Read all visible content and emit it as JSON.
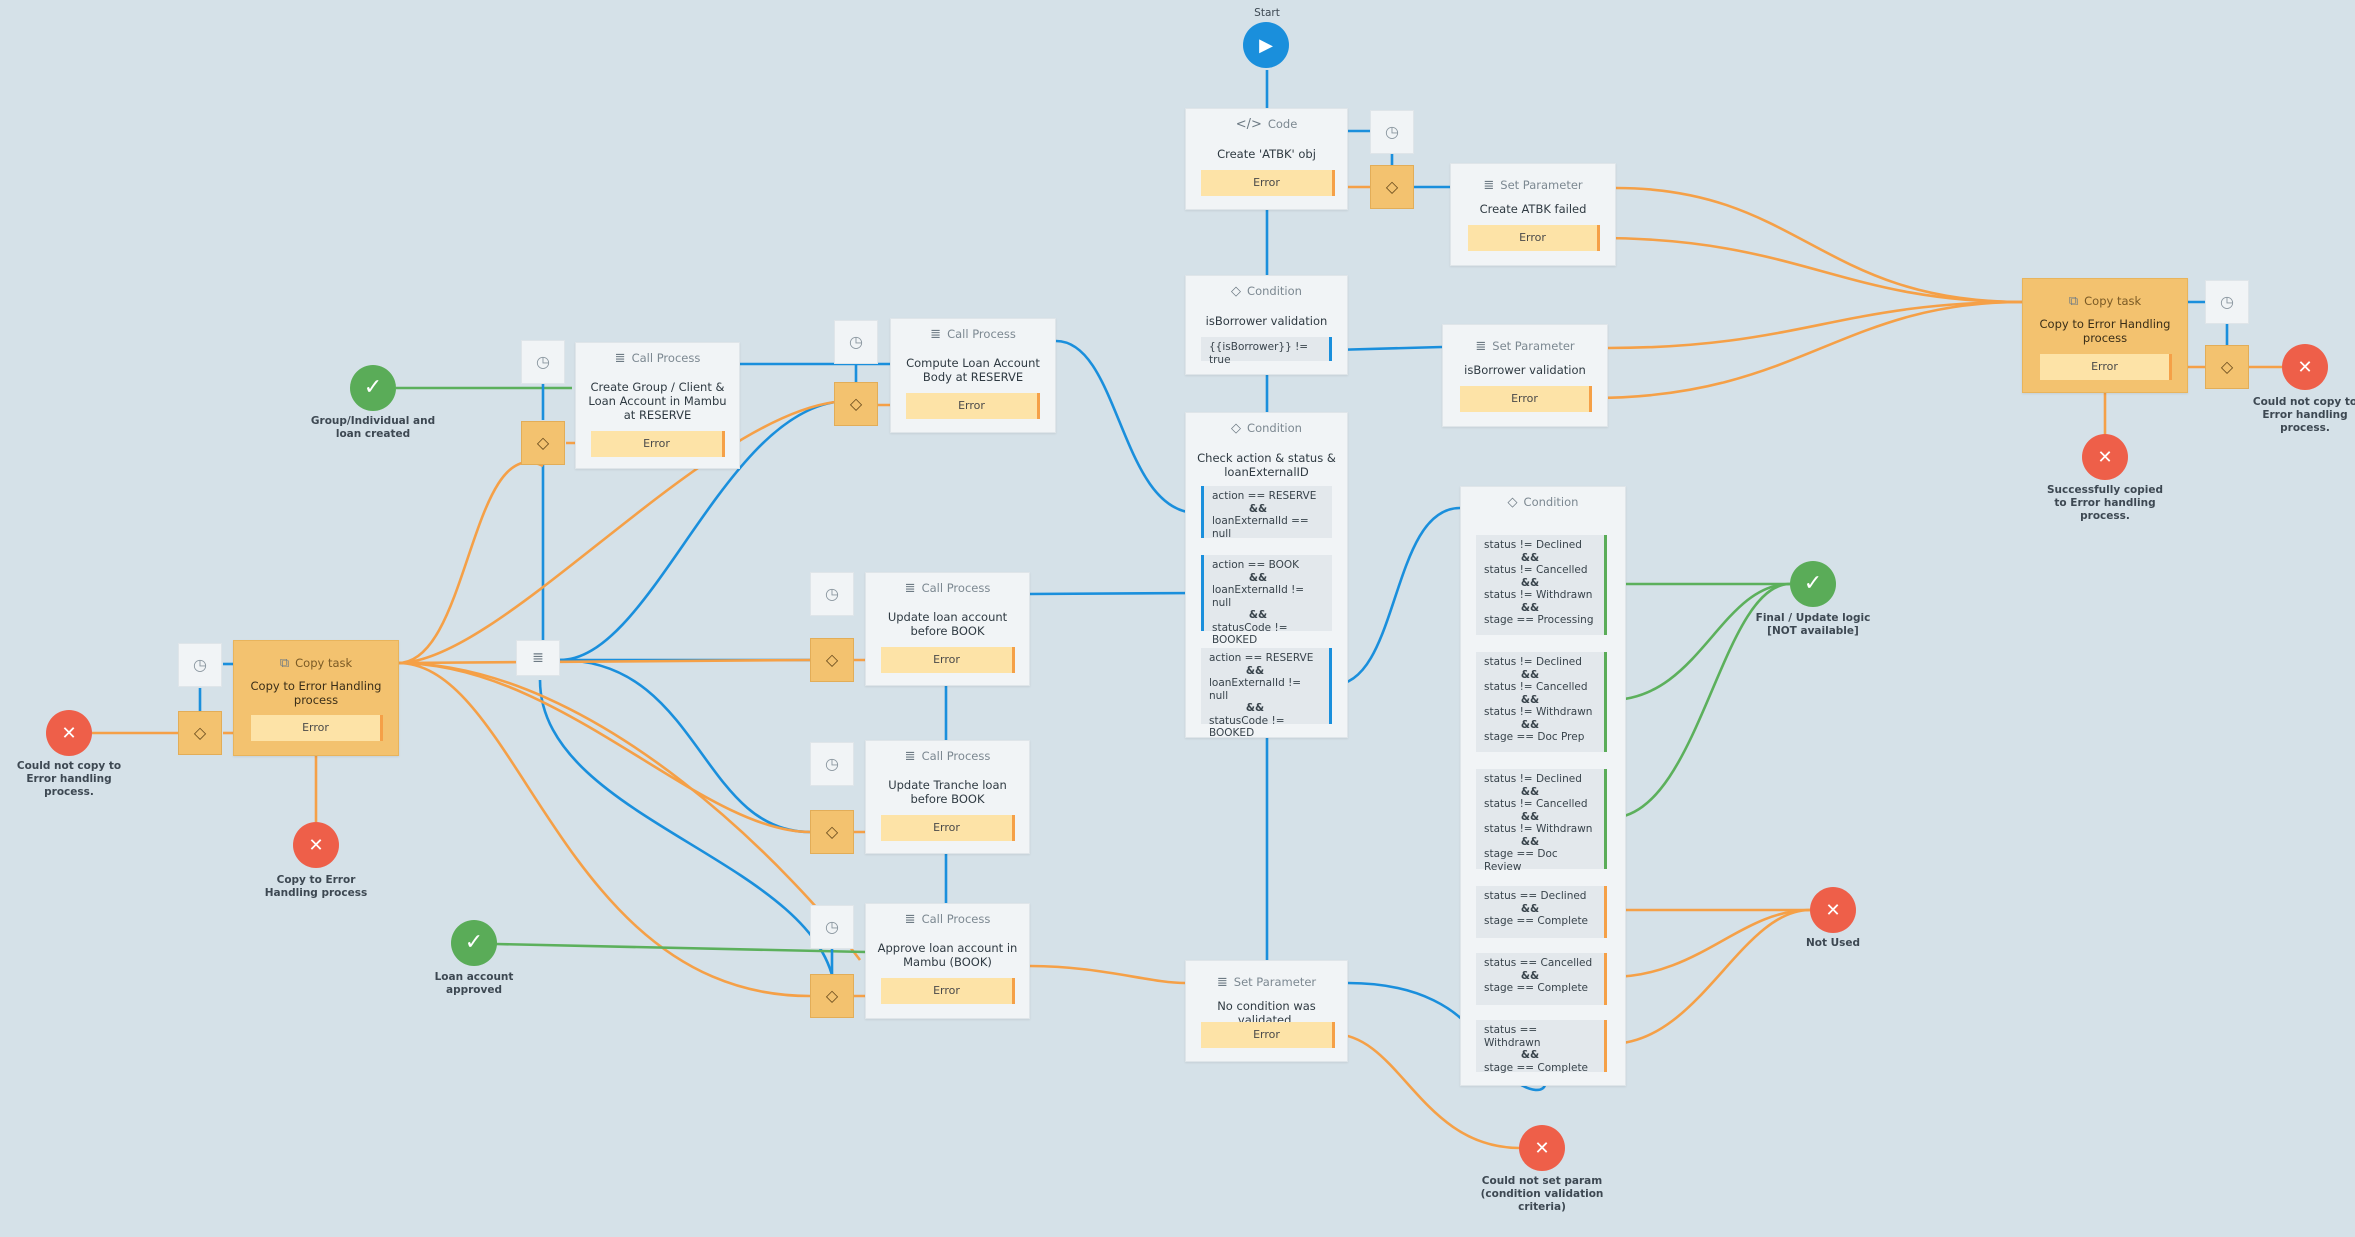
{
  "start": {
    "label": "Start"
  },
  "icons": {
    "play": "▶",
    "check": "✓",
    "cross": "✕",
    "clock": "◷",
    "diamond": "◇",
    "code": "</>",
    "list": "≣",
    "copy": "⧉"
  },
  "colors": {
    "blue": "#1a8fdc",
    "orange": "#f5a047",
    "green": "#5aac58",
    "red": "#ee5f49",
    "canvas": "#d5e1e8"
  },
  "error_label": "Error",
  "nodes": {
    "code": {
      "type": "Code",
      "title": "Create 'ATBK' obj"
    },
    "set_atbk": {
      "type": "Set Parameter",
      "title": "Create ATBK failed"
    },
    "copy_right": {
      "type": "Copy task",
      "title": "Copy to Error Handling process"
    },
    "isb_cond": {
      "type": "Condition",
      "title": "isBorrower validation",
      "expr": "{{isBorrower}} != true"
    },
    "set_isb": {
      "type": "Set Parameter",
      "title": "isBorrower validation"
    },
    "check_cond": {
      "type": "Condition",
      "title": "Check action & status & loanExternalID",
      "branches": [
        [
          "action == RESERVE",
          "loanExternalId == null"
        ],
        [
          "action == BOOK",
          "loanExternalId != null",
          "statusCode != BOOKED"
        ],
        [
          "action == RESERVE",
          "loanExternalId != null",
          "statusCode != BOOKED"
        ]
      ]
    },
    "create_group": {
      "type": "Call Process",
      "title": "Create Group / Client & Loan Account in Mambu at RESERVE"
    },
    "compute_body": {
      "type": "Call Process",
      "title": "Compute Loan Account Body at RESERVE"
    },
    "update_loan": {
      "type": "Call Process",
      "title": "Update loan account before BOOK"
    },
    "update_tranche": {
      "type": "Call Process",
      "title": "Update Tranche loan before BOOK"
    },
    "approve_loan": {
      "type": "Call Process",
      "title": "Approve loan account in Mambu (BOOK)"
    },
    "copy_left": {
      "type": "Copy task",
      "title": "Copy to Error Handling process"
    },
    "set_nocond": {
      "type": "Set Parameter",
      "title": "No condition was validated."
    },
    "status_cond": {
      "type": "Condition",
      "branches": [
        [
          "status != Declined",
          "status != Cancelled",
          "status != Withdrawn",
          "stage == Processing"
        ],
        [
          "status != Declined",
          "status != Cancelled",
          "status != Withdrawn",
          "stage == Doc Prep"
        ],
        [
          "status != Declined",
          "status != Cancelled",
          "status != Withdrawn",
          "stage == Doc Review"
        ],
        [
          "status == Declined",
          "stage == Complete"
        ],
        [
          "status == Cancelled",
          "stage == Complete"
        ],
        [
          "status == Withdrawn",
          "stage == Complete"
        ]
      ]
    }
  },
  "and_label": "&&",
  "endpoints": {
    "group_created": "Group/Individual and loan created",
    "loan_approved": "Loan account approved",
    "could_not_copy_left": "Could not copy to Error handling process.",
    "copy_to_error_left": "Copy to Error Handling process",
    "could_not_copy_right": "Could not copy to Error handling process.",
    "successfully_copied": "Successfully copied to Error handling process.",
    "final_update": "Final / Update logic [NOT available]",
    "not_used": "Not Used",
    "could_not_set": "Could not set param (condition validation criteria)"
  }
}
